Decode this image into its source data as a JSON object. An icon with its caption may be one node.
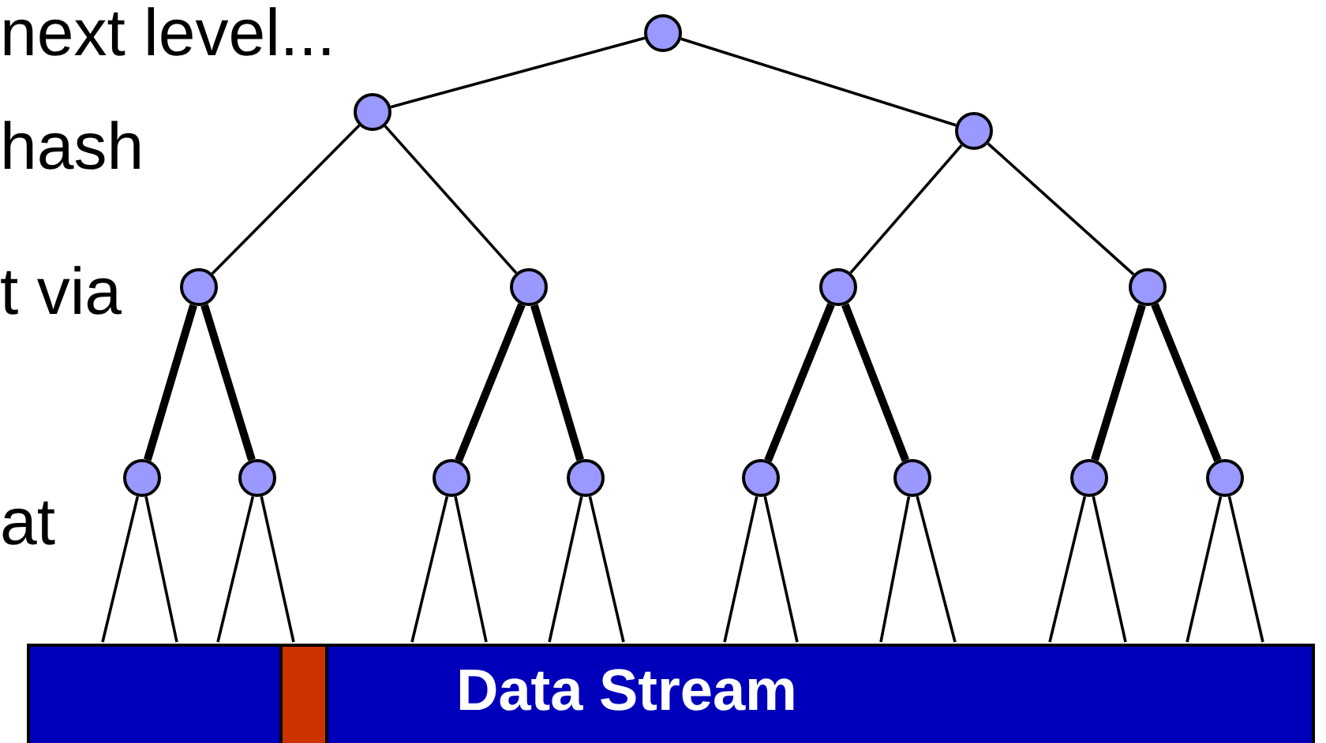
{
  "diagram": {
    "nodes": [
      {
        "text": [],
        "shape": "circle"
      },
      {
        "text": [],
        "shape": "circle"
      },
      {
        "text": [],
        "shape": "circle"
      },
      {
        "text": [],
        "shape": "circle"
      },
      {
        "text": [],
        "shape": "circle"
      },
      {
        "text": [],
        "shape": "circle"
      },
      {
        "text": [],
        "shape": "circle"
      },
      {
        "text": [],
        "shape": "circle"
      },
      {
        "text": [],
        "shape": "circle"
      },
      {
        "text": [],
        "shape": "circle"
      },
      {
        "text": [],
        "shape": "circle"
      },
      {
        "text": [],
        "shape": "circle"
      },
      {
        "text": [],
        "shape": "circle"
      },
      {
        "text": [],
        "shape": "circle"
      },
      {
        "text": [],
        "shape": "circle"
      },
      {
        "text": [
          "Data Stream"
        ]
      },
      {
        "text": [],
        "shape": "bar",
        "in": 15
      }
    ],
    "edges": [
      {
        "from": 0,
        "to": 1,
        "arrow": "none"
      },
      {
        "from": 0,
        "to": 2,
        "arrow": "none"
      },
      {
        "from": 1,
        "to": 3,
        "arrow": "none"
      },
      {
        "from": 1,
        "to": 4,
        "arrow": "none"
      },
      {
        "from": 2,
        "to": 5,
        "arrow": "none"
      },
      {
        "from": 2,
        "to": 6,
        "arrow": "none"
      },
      {
        "from": 3,
        "to": 7,
        "arrow": "none",
        "style": "thick"
      },
      {
        "from": 3,
        "to": 8,
        "arrow": "none",
        "style": "thick"
      },
      {
        "from": 4,
        "to": 9,
        "arrow": "none",
        "style": "thick"
      },
      {
        "from": 4,
        "to": 10,
        "arrow": "none",
        "style": "thick"
      },
      {
        "from": 5,
        "to": 11,
        "arrow": "none",
        "style": "thick"
      },
      {
        "from": 5,
        "to": 12,
        "arrow": "none",
        "style": "thick"
      },
      {
        "from": 6,
        "to": 13,
        "arrow": "none",
        "style": "thick"
      },
      {
        "from": 6,
        "to": 14,
        "arrow": "none",
        "style": "thick"
      },
      {
        "from": 7,
        "to": 15,
        "arrow": "none"
      },
      {
        "from": 7,
        "to": 15,
        "arrow": "none"
      },
      {
        "from": 8,
        "to": 15,
        "arrow": "none"
      },
      {
        "from": 8,
        "to": 16,
        "arrow": "none"
      },
      {
        "from": 9,
        "to": 15,
        "arrow": "none"
      },
      {
        "from": 9,
        "to": 15,
        "arrow": "none"
      },
      {
        "from": 10,
        "to": 15,
        "arrow": "none"
      },
      {
        "from": 10,
        "to": 15,
        "arrow": "none"
      },
      {
        "from": 11,
        "to": 15,
        "arrow": "none"
      },
      {
        "from": 11,
        "to": 15,
        "arrow": "none"
      },
      {
        "from": 12,
        "to": 15,
        "arrow": "none"
      },
      {
        "from": 12,
        "to": 15,
        "arrow": "none"
      },
      {
        "from": 13,
        "to": 15,
        "arrow": "none"
      },
      {
        "from": 13,
        "to": 15,
        "arrow": "none"
      },
      {
        "from": 14,
        "to": 15,
        "arrow": "none"
      },
      {
        "from": 14,
        "to": 15,
        "arrow": "none"
      }
    ],
    "labels": [
      "next level...",
      "hash",
      "t via",
      "at"
    ]
  }
}
